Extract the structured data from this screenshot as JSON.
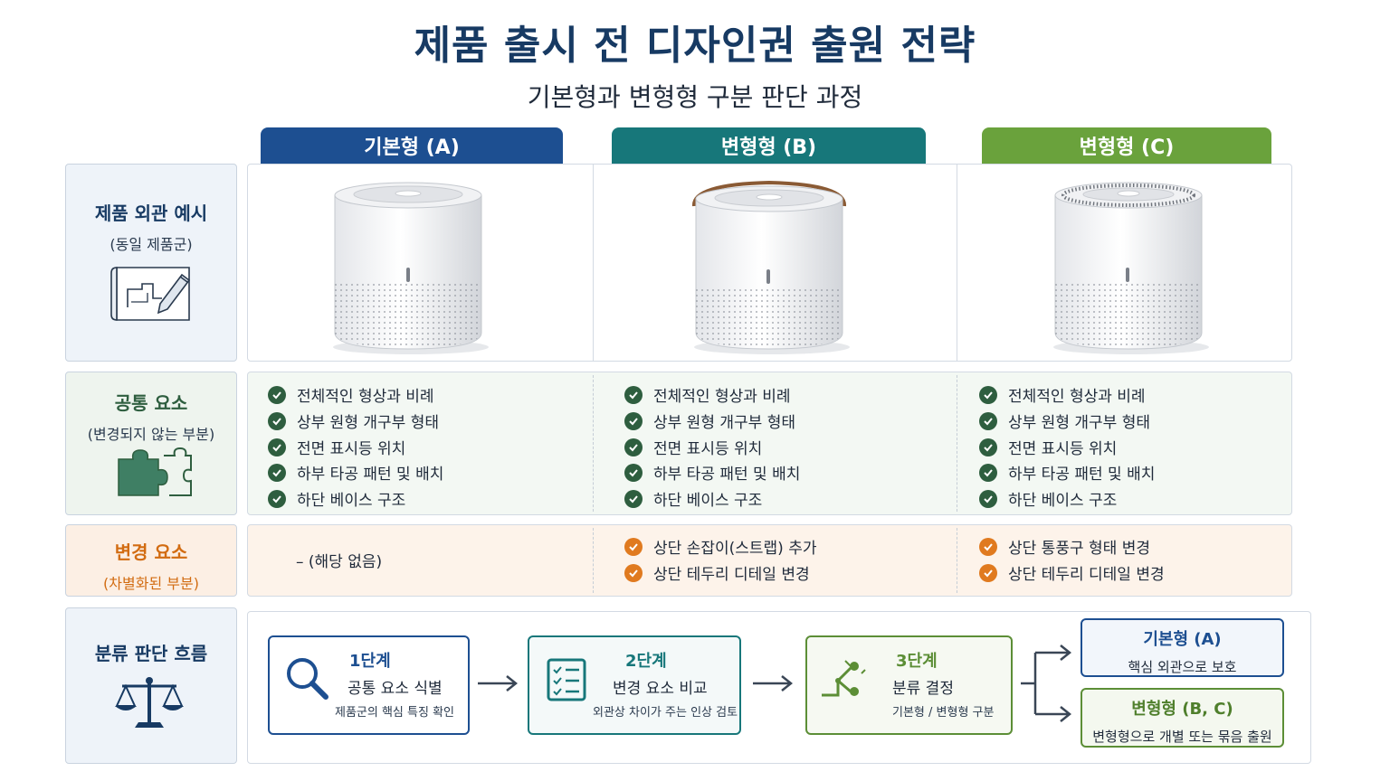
{
  "title": "제품 출시 전 디자인권 출원 전략",
  "subtitle": "기본형과 변형형 구분 판단 과정",
  "columns": [
    {
      "label": "기본형 (A)",
      "color": "#1d4f91"
    },
    {
      "label": "변형형 (B)",
      "color": "#17777a"
    },
    {
      "label": "변형형 (C)",
      "color": "#6aa23c"
    }
  ],
  "rows": {
    "appearance": {
      "title": "제품 외관 예시",
      "sub": "(동일 제품군)"
    },
    "common": {
      "title": "공통 요소",
      "sub": "(변경되지 않는 부분)"
    },
    "changed": {
      "title": "변경 요소",
      "sub": "(차별화된 부분)"
    },
    "flow": {
      "title": "분류 판단 흐름"
    }
  },
  "common_items": [
    "전체적인 형상과 비례",
    "상부 원형 개구부 형태",
    "전면 표시등 위치",
    "하부 타공 패턴 및 배치",
    "하단 베이스 구조"
  ],
  "changed_items": {
    "a": "–  (해당 없음)",
    "b": [
      "상단 손잡이(스트랩) 추가",
      "상단 테두리 디테일 변경"
    ],
    "c": [
      "상단 통풍구 형태 변경",
      "상단 테두리 디테일 변경"
    ]
  },
  "steps": [
    {
      "num": "1단계",
      "title": "공통 요소 식별",
      "desc": "제품군의 핵심 특징 확인",
      "icon": "magnifier-icon"
    },
    {
      "num": "2단계",
      "title": "변경 요소 비교",
      "desc": "외관상 차이가 주는 인상 검토",
      "icon": "checklist-icon"
    },
    {
      "num": "3단계",
      "title": "분류 결정",
      "desc": "기본형 / 변형형 구분",
      "icon": "decision-branch-icon"
    }
  ],
  "results": [
    {
      "title": "기본형 (A)",
      "desc": "핵심 외관으로 보호"
    },
    {
      "title": "변형형 (B, C)",
      "desc": "변형형으로 개별 또는 묶음 출원"
    }
  ],
  "colors": {
    "navy": "#173a63",
    "teal": "#17777a",
    "green": "#6aa23c",
    "orange": "#e07a1f"
  }
}
